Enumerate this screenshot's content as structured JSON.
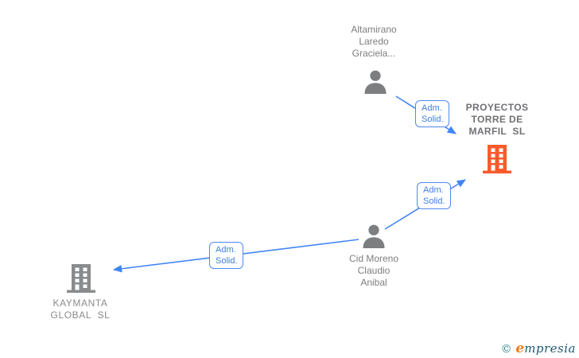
{
  "nodes": {
    "person1": {
      "type": "person",
      "name_lines": [
        "Altamirano",
        "Laredo",
        "Graciela..."
      ]
    },
    "company1": {
      "type": "company",
      "name_lines": [
        "PROYECTOS",
        "TORRE DE",
        "MARFIL  SL"
      ],
      "highlighted": true,
      "icon_color": "#fb5a2b"
    },
    "person2": {
      "type": "person",
      "name_lines": [
        "Cid Moreno",
        "Claudio",
        "Anibal"
      ]
    },
    "company2": {
      "type": "company",
      "name_lines": [
        "KAYMANTA",
        "GLOBAL  SL"
      ],
      "highlighted": false,
      "icon_color": "#8a8b8d"
    }
  },
  "edges": [
    {
      "from": "person1",
      "to": "company1",
      "label_lines": [
        "Adm.",
        "Solid."
      ]
    },
    {
      "from": "person2",
      "to": "company1",
      "label_lines": [
        "Adm.",
        "Solid."
      ]
    },
    {
      "from": "person2",
      "to": "company2",
      "label_lines": [
        "Adm.",
        "Solid."
      ]
    }
  ],
  "colors": {
    "edge_blue": "#4285f4",
    "person_gray": "#7d7e80",
    "company_highlight_orange": "#fb5a2b",
    "company_gray": "#8a8b8d"
  },
  "watermark": {
    "copyright_symbol": "©",
    "brand_initial": "e",
    "brand_rest": "mpresia"
  }
}
